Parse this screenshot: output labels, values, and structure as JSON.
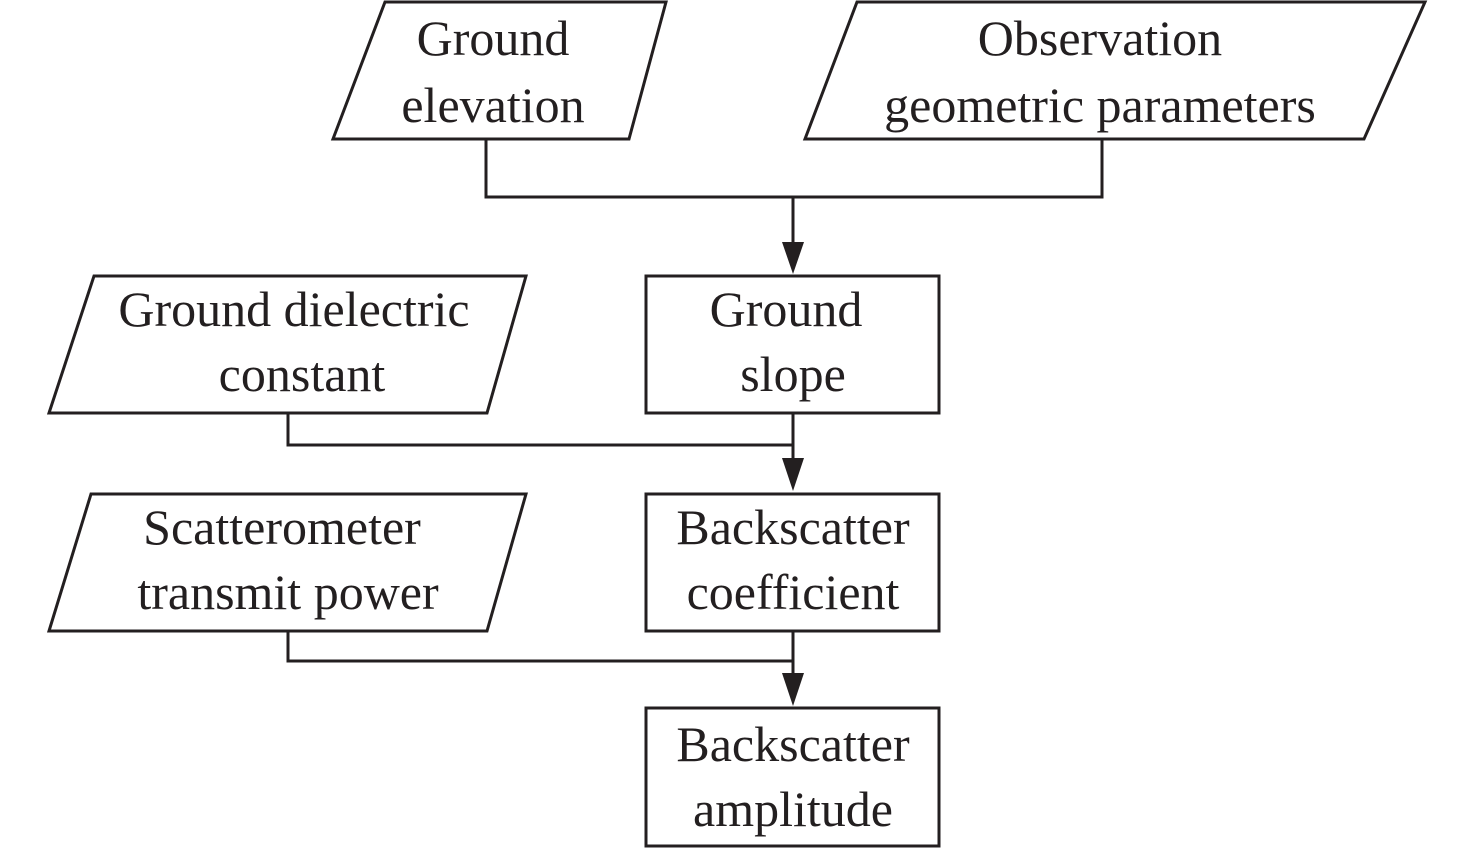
{
  "nodes": {
    "ground_elevation": {
      "shape": "parallelogram",
      "kind": "input",
      "lines": [
        "Ground",
        "elevation"
      ]
    },
    "observation_geometry": {
      "shape": "parallelogram",
      "kind": "input",
      "lines": [
        "Observation",
        "geometric parameters"
      ]
    },
    "ground_dielectric": {
      "shape": "parallelogram",
      "kind": "input",
      "lines": [
        "Ground dielectric",
        "constant"
      ]
    },
    "ground_slope": {
      "shape": "rectangle",
      "kind": "process",
      "lines": [
        "Ground",
        "slope"
      ]
    },
    "scatterometer_power": {
      "shape": "parallelogram",
      "kind": "input",
      "lines": [
        "Scatterometer",
        "transmit power"
      ]
    },
    "backscatter_coefficient": {
      "shape": "rectangle",
      "kind": "process",
      "lines": [
        "Backscatter",
        "coefficient"
      ]
    },
    "backscatter_amplitude": {
      "shape": "rectangle",
      "kind": "output",
      "lines": [
        "Backscatter",
        "amplitude"
      ]
    }
  },
  "edges": [
    {
      "from": [
        "ground_elevation",
        "observation_geometry"
      ],
      "to": "ground_slope"
    },
    {
      "from": [
        "ground_dielectric",
        "ground_slope"
      ],
      "to": "backscatter_coefficient"
    },
    {
      "from": [
        "scatterometer_power",
        "backscatter_coefficient"
      ],
      "to": "backscatter_amplitude"
    }
  ]
}
